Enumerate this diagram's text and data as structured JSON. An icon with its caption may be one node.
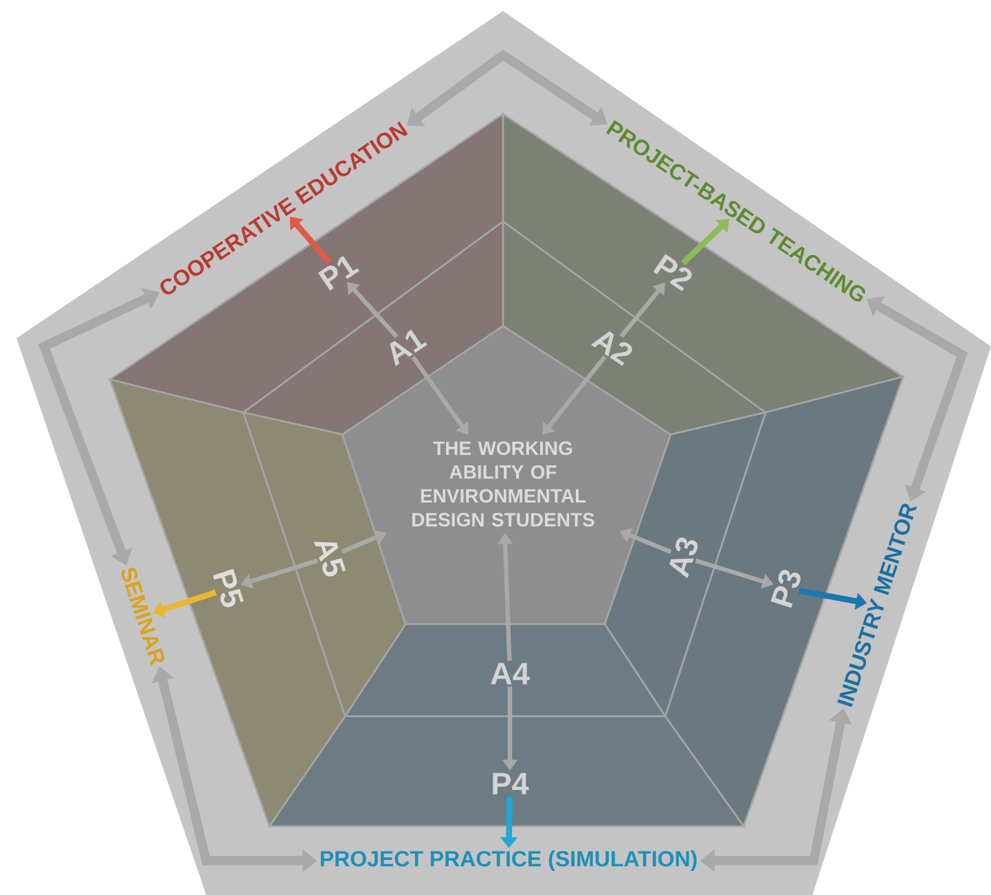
{
  "diagram": {
    "nodes": [
      {
        "text": [
          "THE WORKING ABILITY OF ENVIRONMENTAL DESIGN STUDENTS"
        ]
      },
      {
        "text": [
          "A1"
        ]
      },
      {
        "text": [
          "A2"
        ]
      },
      {
        "text": [
          "A3"
        ]
      },
      {
        "text": [
          "A4"
        ]
      },
      {
        "text": [
          "A5"
        ]
      },
      {
        "text": [
          "P1"
        ]
      },
      {
        "text": [
          "P2"
        ]
      },
      {
        "text": [
          "P3"
        ]
      },
      {
        "text": [
          "P4"
        ]
      },
      {
        "text": [
          "P5"
        ]
      },
      {
        "text": [
          "COOPERATIVE EDUCATION"
        ]
      },
      {
        "text": [
          "PROJECT-BASED TEACHING"
        ]
      },
      {
        "text": [
          "INDUSTRY MENTOR"
        ]
      },
      {
        "text": [
          "PROJECT PRACTICE (SIMULATION)"
        ]
      },
      {
        "text": [
          "SEMINAR"
        ]
      }
    ],
    "edges": [
      {
        "from": 1,
        "to": 0,
        "arrow": "to"
      },
      {
        "from": 2,
        "to": 0,
        "arrow": "to"
      },
      {
        "from": 3,
        "to": 0,
        "arrow": "to"
      },
      {
        "from": 4,
        "to": 0,
        "arrow": "to"
      },
      {
        "from": 5,
        "to": 0,
        "arrow": "to"
      },
      {
        "from": 1,
        "to": 6,
        "arrow": "to"
      },
      {
        "from": 2,
        "to": 7,
        "arrow": "to"
      },
      {
        "from": 3,
        "to": 8,
        "arrow": "to"
      },
      {
        "from": 4,
        "to": 9,
        "arrow": "to"
      },
      {
        "from": 5,
        "to": 10,
        "arrow": "to"
      },
      {
        "from": 6,
        "to": 11,
        "arrow": "to",
        "color": "#e05a4a"
      },
      {
        "from": 7,
        "to": 12,
        "arrow": "to",
        "color": "#8fba5a"
      },
      {
        "from": 8,
        "to": 13,
        "arrow": "to",
        "color": "#1a78b0"
      },
      {
        "from": 9,
        "to": 14,
        "arrow": "to",
        "color": "#1ea8d6"
      },
      {
        "from": 10,
        "to": 15,
        "arrow": "to",
        "color": "#e8b830"
      },
      {
        "from": 11,
        "to": 12,
        "arrow": "both",
        "style": "thick"
      },
      {
        "from": 12,
        "to": 13,
        "arrow": "both",
        "style": "thick"
      },
      {
        "from": 13,
        "to": 14,
        "arrow": "both",
        "style": "thick"
      },
      {
        "from": 14,
        "to": 15,
        "arrow": "both",
        "style": "thick"
      },
      {
        "from": 15,
        "to": 11,
        "arrow": "both",
        "style": "thick"
      }
    ]
  }
}
